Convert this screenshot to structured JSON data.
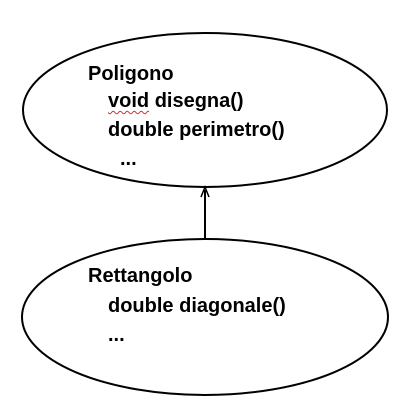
{
  "diagram": {
    "colors": {
      "stroke": "#000000",
      "text": "#000000",
      "spellcheck": "#d03030",
      "background": "#ffffff"
    },
    "top_node": {
      "name": "Poligono",
      "members": [
        {
          "keyword": "void",
          "signature": "disegna()"
        },
        {
          "keyword": "double",
          "signature": "perimetro()"
        }
      ],
      "ellipsis": "..."
    },
    "bottom_node": {
      "name": "Rettangolo",
      "members": [
        {
          "keyword": "double",
          "signature": "diagonale()"
        }
      ],
      "ellipsis": "..."
    },
    "relation": {
      "from": "bottom_node",
      "to": "top_node",
      "arrow": "open"
    }
  }
}
